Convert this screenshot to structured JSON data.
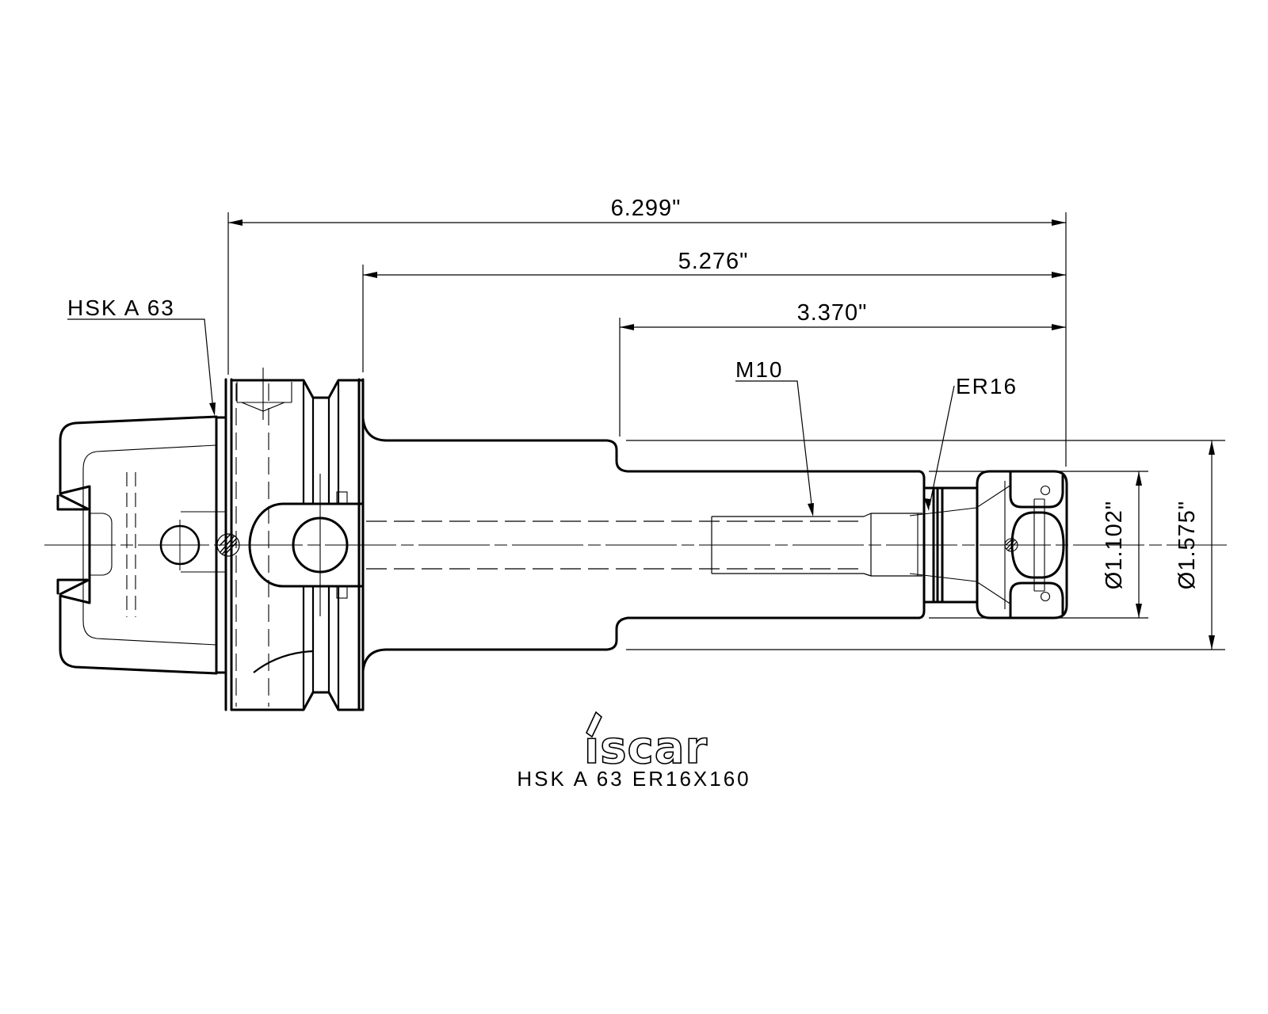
{
  "drawing": {
    "background": "#ffffff",
    "line_color": "#000000",
    "labels": {
      "shank": "HSK A 63",
      "thread": "M10",
      "collet": "ER16"
    },
    "dimensions": {
      "overall_length": "6.299\"",
      "gauge_length": "5.276\"",
      "projection_length": "3.370\"",
      "nut_diameter": "Ø1.102\"",
      "body_diameter": "Ø1.575\""
    },
    "footer": {
      "logo_text": "ıscar",
      "part_number": "HSK A 63 ER16X160"
    }
  }
}
